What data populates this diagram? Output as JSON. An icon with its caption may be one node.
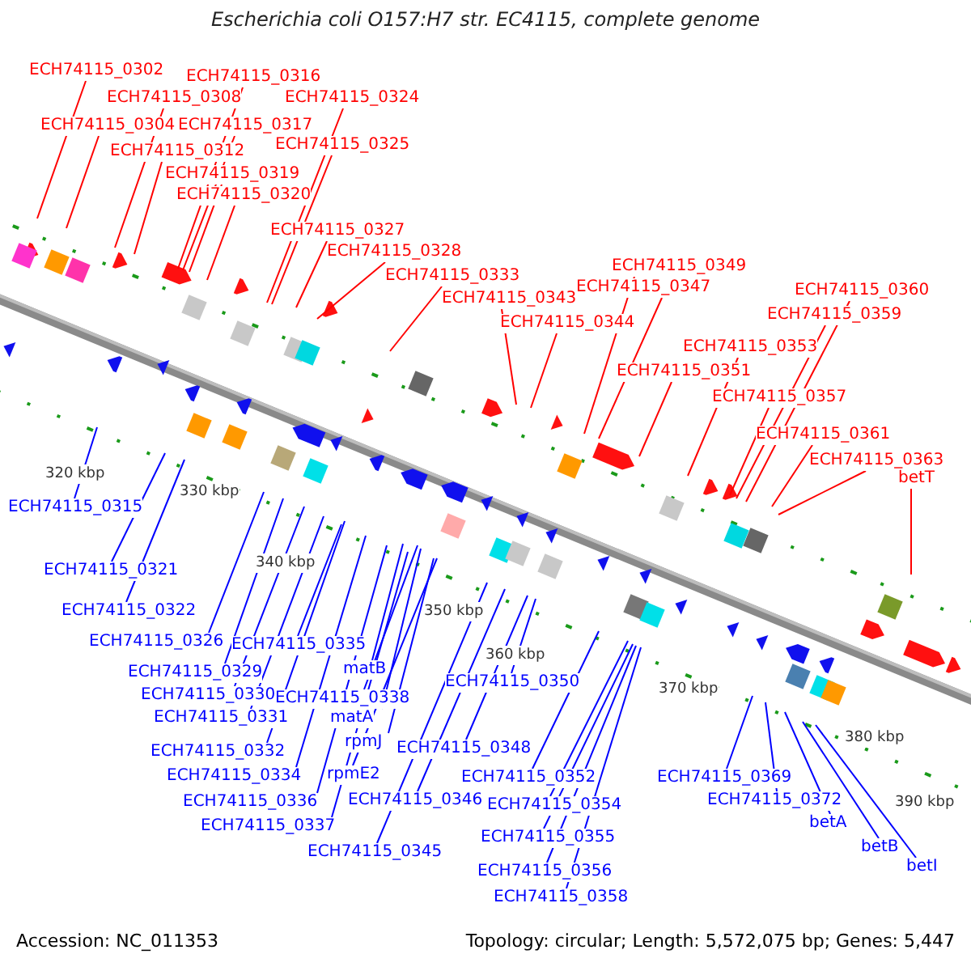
{
  "diagram": {
    "title": "Escherichia coli O157:H7 str. EC4115, complete genome",
    "nodes": [
      {
        "text": [
          "ECH74115_0302"
        ]
      },
      {
        "text": [
          "ECH74115_0316"
        ]
      },
      {
        "text": [
          "ECH74115_0308"
        ]
      },
      {
        "text": [
          "ECH74115_0324"
        ]
      },
      {
        "text": [
          "ECH74115_0304"
        ]
      },
      {
        "text": [
          "ECH74115_0317"
        ]
      },
      {
        "text": [
          "ECH74115_0325"
        ]
      },
      {
        "text": [
          "ECH74115_0312"
        ]
      },
      {
        "text": [
          "ECH74115_0319"
        ]
      },
      {
        "text": [
          "ECH74115_0320"
        ]
      },
      {
        "text": [
          "ECH74115_0327"
        ]
      },
      {
        "text": [
          "ECH74115_0328"
        ]
      },
      {
        "text": [
          "ECH74115_0349"
        ]
      },
      {
        "text": [
          "ECH74115_0333"
        ]
      },
      {
        "text": [
          "ECH74115_0347"
        ]
      },
      {
        "text": [
          "ECH74115_0360"
        ]
      },
      {
        "text": [
          "ECH74115_0343"
        ]
      },
      {
        "text": [
          "ECH74115_0359"
        ]
      },
      {
        "text": [
          "ECH74115_0344"
        ]
      },
      {
        "text": [
          "ECH74115_0353"
        ]
      },
      {
        "text": [
          "ECH74115_0351"
        ]
      },
      {
        "text": [
          "ECH74115_0357"
        ]
      },
      {
        "text": [
          "ECH74115_0361"
        ]
      },
      {
        "text": [
          "ECH74115_0363"
        ]
      },
      {
        "text": [
          "betT"
        ]
      },
      {
        "text": [
          "ECH74115_0315"
        ]
      },
      {
        "text": [
          "ECH74115_0321"
        ]
      },
      {
        "text": [
          "ECH74115_0322"
        ]
      },
      {
        "text": [
          "ECH74115_0326"
        ]
      },
      {
        "text": [
          "ECH74115_0335"
        ]
      },
      {
        "text": [
          "ECH74115_0329"
        ]
      },
      {
        "text": [
          "matB"
        ]
      },
      {
        "text": [
          "ECH74115_0350"
        ]
      },
      {
        "text": [
          "ECH74115_0330"
        ]
      },
      {
        "text": [
          "ECH74115_0338"
        ]
      },
      {
        "text": [
          "ECH74115_0331"
        ]
      },
      {
        "text": [
          "matA"
        ]
      },
      {
        "text": [
          "rpmJ"
        ]
      },
      {
        "text": [
          "ECH74115_0332"
        ]
      },
      {
        "text": [
          "ECH74115_0348"
        ]
      },
      {
        "text": [
          "rpmE2"
        ]
      },
      {
        "text": [
          "ECH74115_0334"
        ]
      },
      {
        "text": [
          "ECH74115_0352"
        ]
      },
      {
        "text": [
          "ECH74115_0369"
        ]
      },
      {
        "text": [
          "ECH74115_0336"
        ]
      },
      {
        "text": [
          "ECH74115_0346"
        ]
      },
      {
        "text": [
          "ECH74115_0372"
        ]
      },
      {
        "text": [
          "ECH74115_0354"
        ]
      },
      {
        "text": [
          "betA"
        ]
      },
      {
        "text": [
          "ECH74115_0337"
        ]
      },
      {
        "text": [
          "ECH74115_0355"
        ]
      },
      {
        "text": [
          "betB"
        ]
      },
      {
        "text": [
          "ECH74115_0345"
        ]
      },
      {
        "text": [
          "betI"
        ]
      },
      {
        "text": [
          "ECH74115_0356"
        ]
      },
      {
        "text": [
          "ECH74115_0358"
        ]
      }
    ],
    "edges": [
      {
        "from": 0,
        "to": null,
        "arrow": "none",
        "color": "#ff0000"
      },
      {
        "from": 1,
        "to": null,
        "arrow": "none",
        "color": "#ff0000"
      },
      {
        "from": 2,
        "to": null,
        "arrow": "none",
        "color": "#ff0000"
      },
      {
        "from": 3,
        "to": null,
        "arrow": "none",
        "color": "#ff0000"
      },
      {
        "from": 4,
        "to": null,
        "arrow": "none",
        "color": "#ff0000"
      },
      {
        "from": 5,
        "to": null,
        "arrow": "none",
        "color": "#ff0000"
      },
      {
        "from": 6,
        "to": null,
        "arrow": "none",
        "color": "#ff0000"
      },
      {
        "from": 7,
        "to": null,
        "arrow": "none",
        "color": "#ff0000"
      },
      {
        "from": 8,
        "to": null,
        "arrow": "none",
        "color": "#ff0000"
      },
      {
        "from": 9,
        "to": null,
        "arrow": "none",
        "color": "#ff0000"
      },
      {
        "from": 10,
        "to": null,
        "arrow": "none",
        "color": "#ff0000"
      },
      {
        "from": 11,
        "to": null,
        "arrow": "none",
        "color": "#ff0000"
      },
      {
        "from": 12,
        "to": null,
        "arrow": "none",
        "color": "#ff0000"
      },
      {
        "from": 13,
        "to": null,
        "arrow": "none",
        "color": "#ff0000"
      },
      {
        "from": 14,
        "to": null,
        "arrow": "none",
        "color": "#ff0000"
      },
      {
        "from": 15,
        "to": null,
        "arrow": "none",
        "color": "#ff0000"
      },
      {
        "from": 16,
        "to": null,
        "arrow": "none",
        "color": "#ff0000"
      },
      {
        "from": 17,
        "to": null,
        "arrow": "none",
        "color": "#ff0000"
      },
      {
        "from": 18,
        "to": null,
        "arrow": "none",
        "color": "#ff0000"
      },
      {
        "from": 19,
        "to": null,
        "arrow": "none",
        "color": "#ff0000"
      },
      {
        "from": 20,
        "to": null,
        "arrow": "none",
        "color": "#ff0000"
      },
      {
        "from": 21,
        "to": null,
        "arrow": "none",
        "color": "#ff0000"
      },
      {
        "from": 22,
        "to": null,
        "arrow": "none",
        "color": "#ff0000"
      },
      {
        "from": 23,
        "to": null,
        "arrow": "none",
        "color": "#ff0000"
      },
      {
        "from": 24,
        "to": null,
        "arrow": "none",
        "color": "#ff0000"
      },
      {
        "from": 25,
        "to": null,
        "arrow": "none"
      },
      {
        "from": 26,
        "to": null,
        "arrow": "none"
      },
      {
        "from": 27,
        "to": null,
        "arrow": "none"
      },
      {
        "from": 28,
        "to": null,
        "arrow": "none"
      },
      {
        "from": 29,
        "to": null,
        "arrow": "none"
      },
      {
        "from": 30,
        "to": null,
        "arrow": "none"
      },
      {
        "from": 31,
        "to": null,
        "arrow": "none"
      },
      {
        "from": 32,
        "to": null,
        "arrow": "none"
      },
      {
        "from": 33,
        "to": null,
        "arrow": "none"
      },
      {
        "from": 34,
        "to": null,
        "arrow": "none"
      },
      {
        "from": 35,
        "to": null,
        "arrow": "none"
      },
      {
        "from": 36,
        "to": null,
        "arrow": "none"
      },
      {
        "from": 37,
        "to": null,
        "arrow": "none"
      },
      {
        "from": 38,
        "to": null,
        "arrow": "none"
      },
      {
        "from": 39,
        "to": null,
        "arrow": "none"
      },
      {
        "from": 40,
        "to": null,
        "arrow": "none"
      },
      {
        "from": 41,
        "to": null,
        "arrow": "none"
      },
      {
        "from": 42,
        "to": null,
        "arrow": "none"
      },
      {
        "from": 43,
        "to": null,
        "arrow": "none"
      },
      {
        "from": 44,
        "to": null,
        "arrow": "none"
      },
      {
        "from": 45,
        "to": null,
        "arrow": "none"
      },
      {
        "from": 46,
        "to": null,
        "arrow": "none"
      },
      {
        "from": 47,
        "to": null,
        "arrow": "none"
      },
      {
        "from": 48,
        "to": null,
        "arrow": "none"
      },
      {
        "from": 49,
        "to": null,
        "arrow": "none"
      },
      {
        "from": 50,
        "to": null,
        "arrow": "none"
      },
      {
        "from": 51,
        "to": null,
        "arrow": "none"
      },
      {
        "from": 52,
        "to": null,
        "arrow": "none"
      },
      {
        "from": 53,
        "to": null,
        "arrow": "none"
      },
      {
        "from": 54,
        "to": null,
        "arrow": "none"
      },
      {
        "from": 55,
        "to": null,
        "arrow": "none"
      }
    ],
    "labels": [
      "320 kbp",
      "330 kbp",
      "340 kbp",
      "350 kbp",
      "360 kbp",
      "370 kbp",
      "380 kbp",
      "390 kbp",
      "Accession: NC_011353",
      "Topology: circular; Length: 5,572,075 bp; Genes: 5,447"
    ]
  }
}
